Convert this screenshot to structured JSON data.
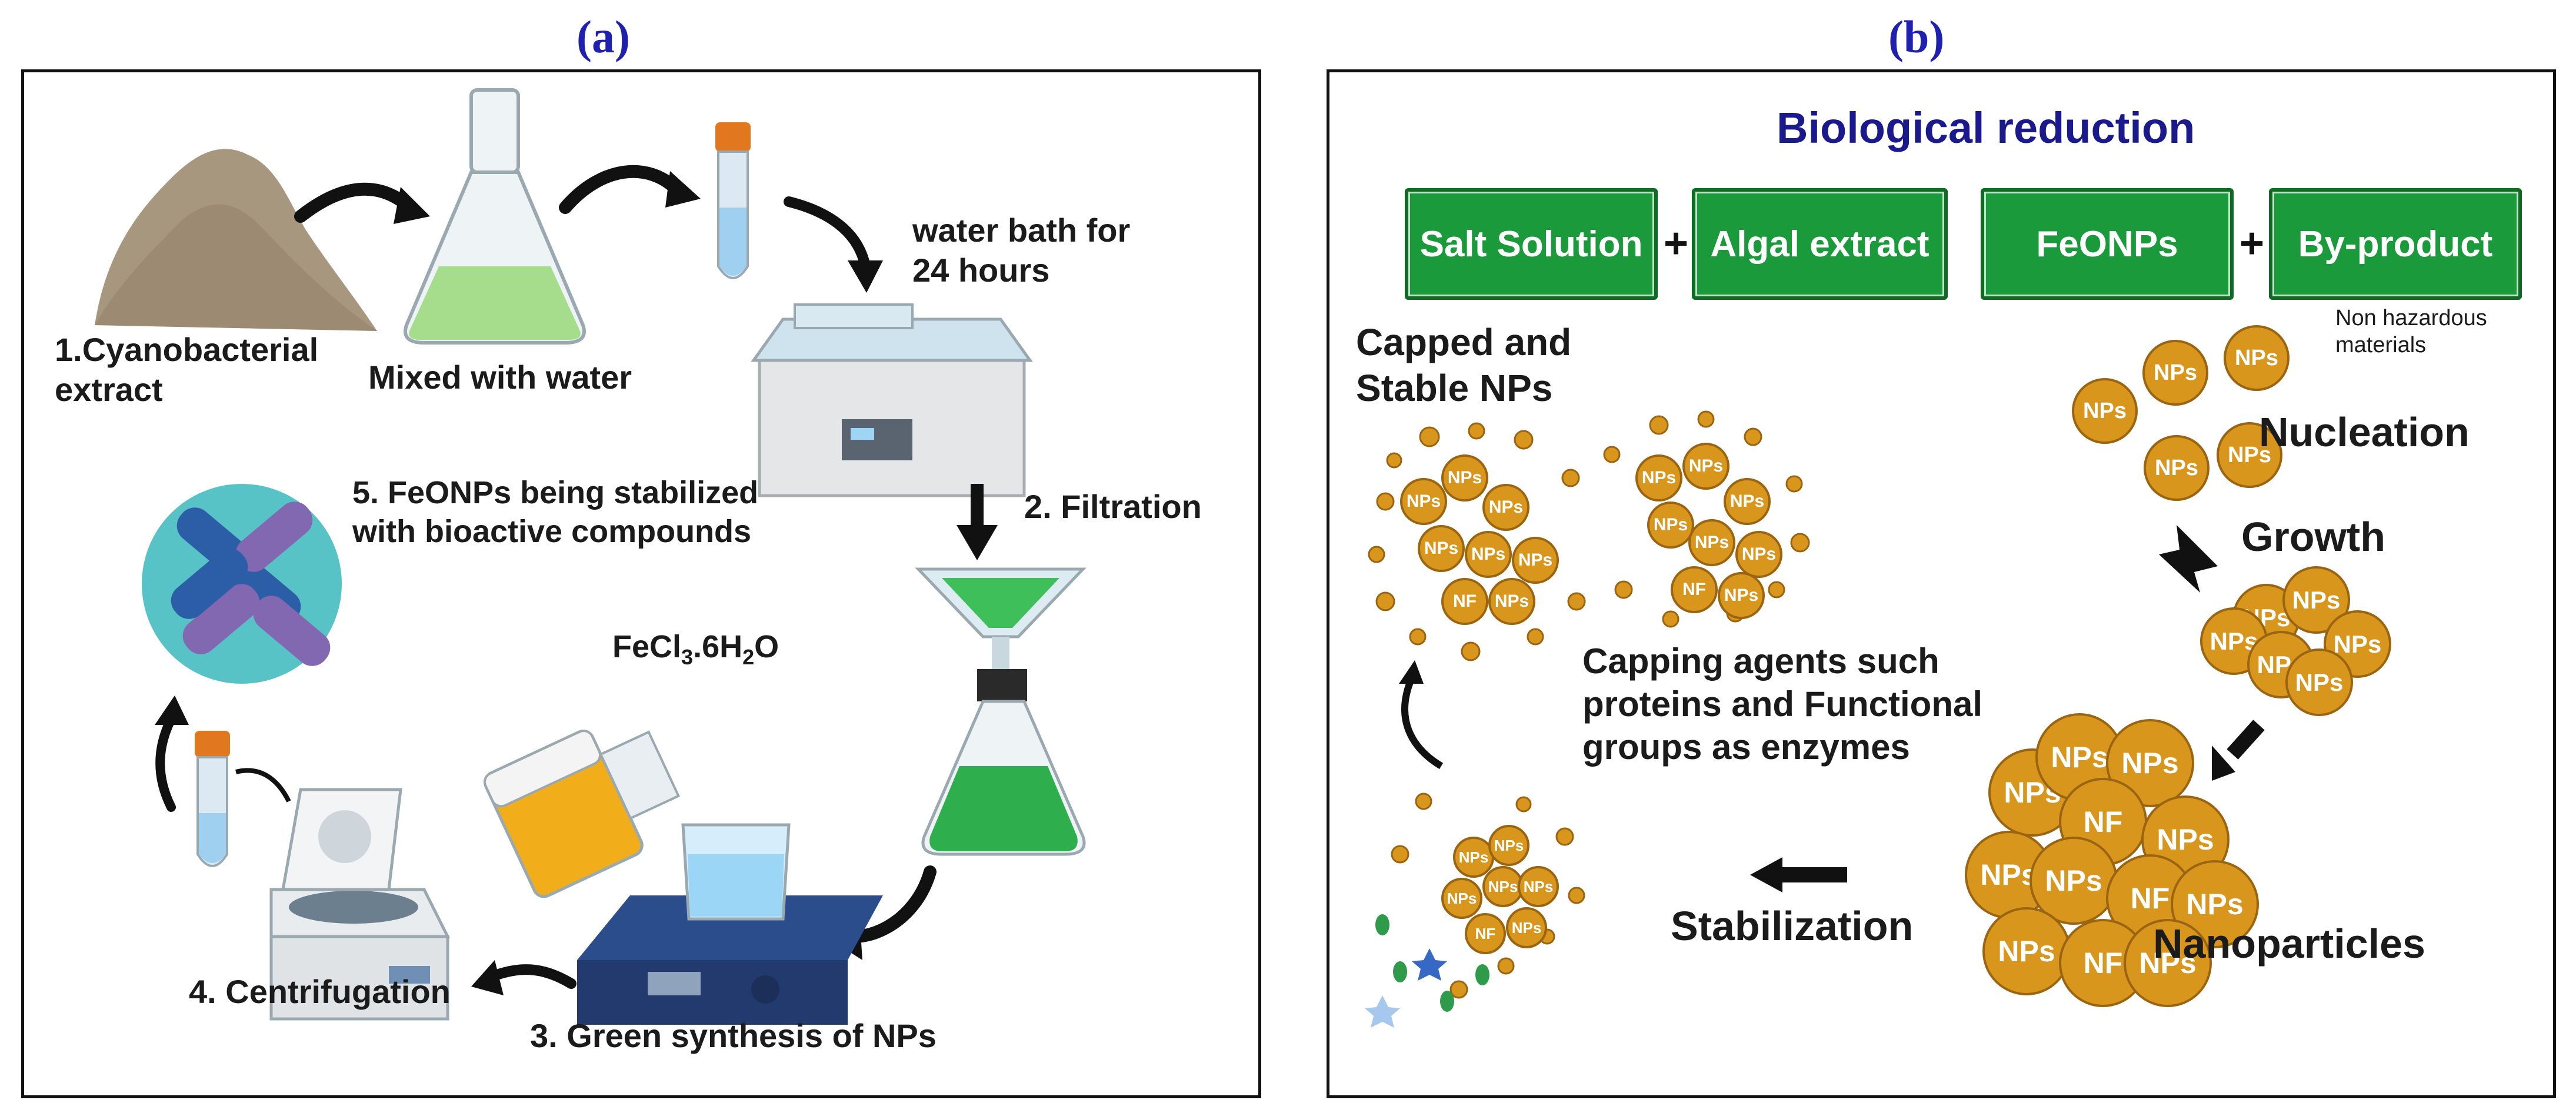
{
  "panel_a": {
    "label": "(a)",
    "step1": [
      "1.Cyanobacterial",
      "extract"
    ],
    "mixed": "Mixed with water",
    "bath": [
      "water bath for",
      "24 hours"
    ],
    "filtration": "2. Filtration",
    "reagent": "FeCl",
    "reagent_sub1": "3",
    "reagent_mid": ".6H",
    "reagent_sub2": "2",
    "reagent_end": "O",
    "green": "3. Green synthesis of NPs",
    "centrifugation": "4. Centrifugation",
    "stabilized": [
      "5. FeONPs being stabilized",
      "with bioactive compounds"
    ]
  },
  "panel_b": {
    "label": "(b)",
    "title": "Biological reduction",
    "boxes": [
      "Salt Solution",
      "Algal extract",
      "FeONPs",
      "By-product"
    ],
    "plus": "+",
    "note": [
      "Non hazardous",
      "materials"
    ],
    "capped": [
      "Capped and",
      "Stable NPs"
    ],
    "nucleation": "Nucleation",
    "growth": "Growth",
    "capping": [
      "Capping agents such",
      "proteins and Functional",
      "groups as enzymes"
    ],
    "stabilization": "Stabilization",
    "nanoparticles": "Nanoparticles",
    "np_label": "NPs",
    "np_short": "NF"
  },
  "colors": {
    "panel_label": "#1f1fb0",
    "title_blue": "#1a1a8c",
    "box_green": "#1a9a3a",
    "np_gold": "#d9961d",
    "liquid_green": "#3fbf5a",
    "arrow": "#111111"
  }
}
